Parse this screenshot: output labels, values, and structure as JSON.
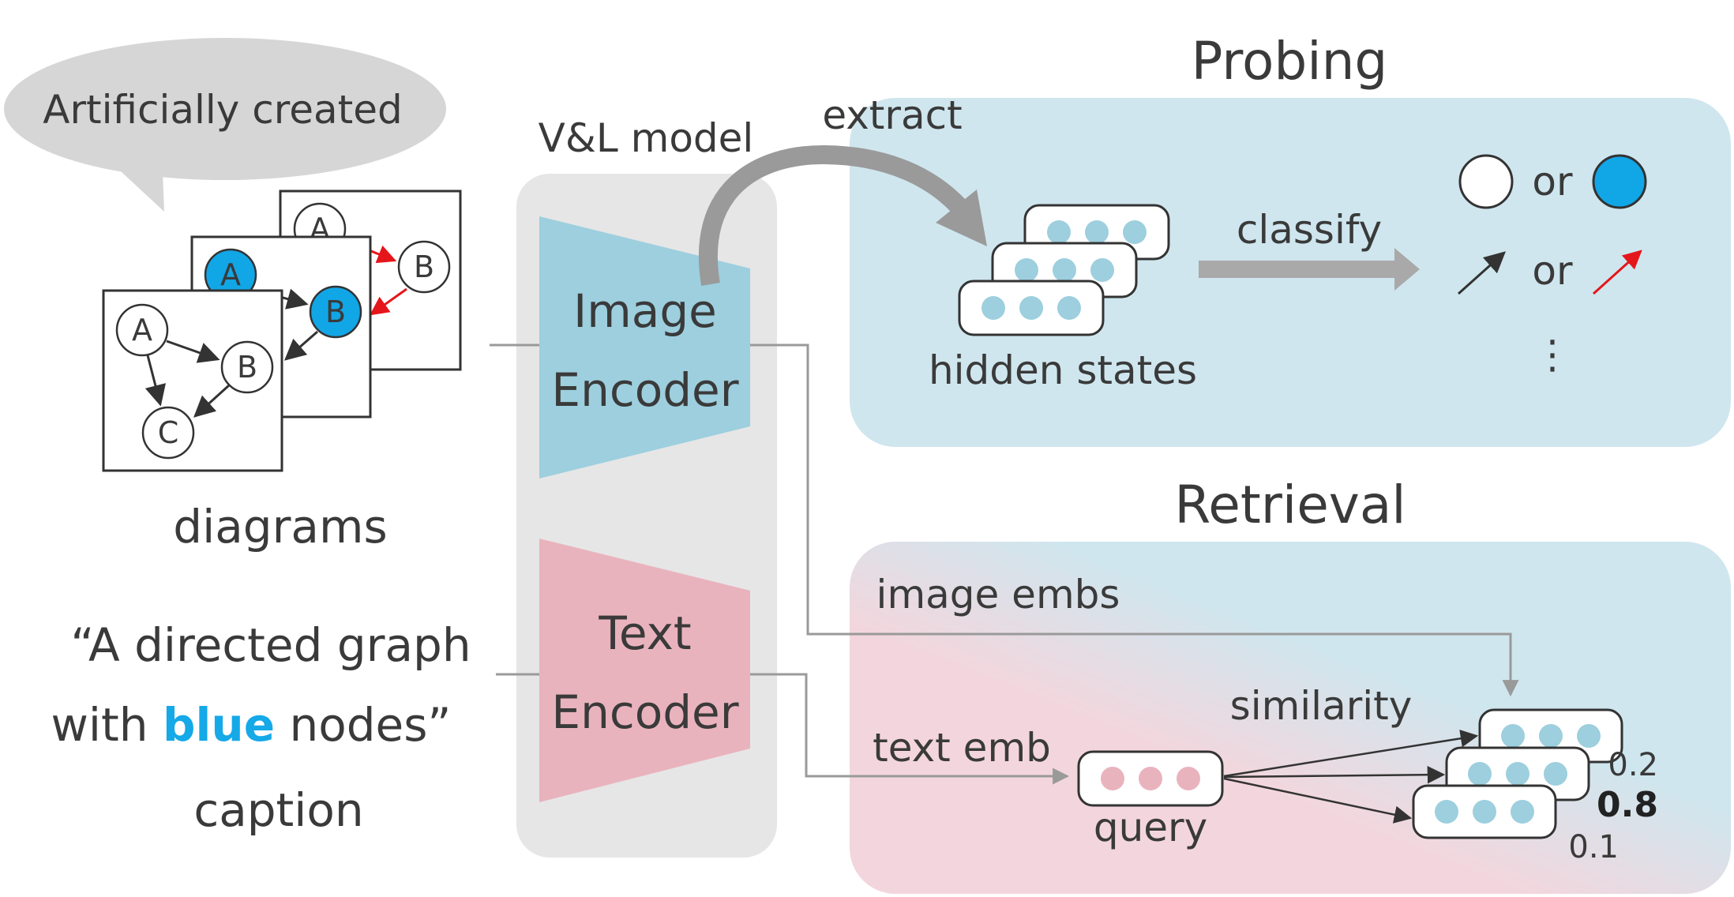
{
  "bubble": {
    "text": "Artificially created"
  },
  "diagrams": {
    "label": "diagrams",
    "node_a": "A",
    "node_b": "B",
    "node_c": "C"
  },
  "caption": {
    "line1": "“A directed graph",
    "line2_prefix": "with ",
    "line2_highlight": "blue",
    "line2_suffix": " nodes”",
    "label": "caption"
  },
  "model": {
    "title": "V&L model",
    "image_encoder": [
      "Image",
      "Encoder"
    ],
    "text_encoder": [
      "Text",
      "Encoder"
    ]
  },
  "probing": {
    "title": "Probing",
    "extract": "extract",
    "classify": "classify",
    "hidden_states": "hidden states",
    "or": "or",
    "ellipsis": "⋮"
  },
  "retrieval": {
    "title": "Retrieval",
    "image_embs": "image embs",
    "text_emb": "text emb",
    "similarity": "similarity",
    "query": "query",
    "scores": [
      "0.2",
      "0.8",
      "0.1"
    ]
  },
  "colors": {
    "probing_bg": "#cfe6ee",
    "retrieval_pink": "#f3d6dd",
    "retrieval_blue": "#cfe6ee",
    "image_encoder": "#9dcfde",
    "text_encoder": "#e9b3be",
    "model_bg": "#e6e6e6",
    "node_blue": "#11a6e6",
    "edge_red": "#e5161b",
    "emb_dot_blue": "#9dcfde",
    "emb_dot_pink": "#e9b3be"
  }
}
